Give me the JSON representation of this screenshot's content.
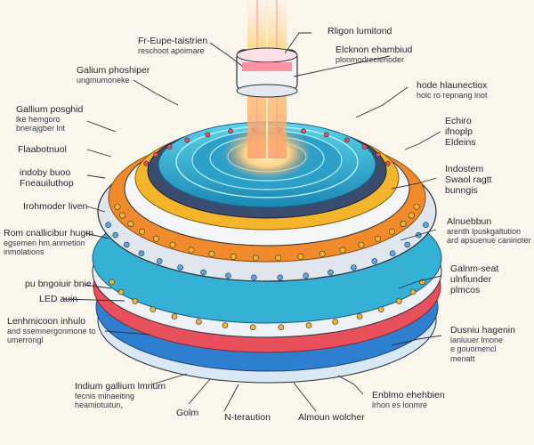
{
  "colors": {
    "background": "#fbf7ec",
    "accent_cyan": "#21a6c9",
    "accent_orange": "#f08a2a",
    "accent_red": "#e8505b",
    "accent_blue": "#2f7fd0",
    "beam": "#ffd36a",
    "leader": "#2a2f3a"
  },
  "labels": {
    "top_center": {
      "line1": "Rligon lumitond"
    },
    "top_left": {
      "line1": "Fr-Eupe-taistrien",
      "line2": "reschoot apoimare"
    },
    "top_mid": {
      "line1": "Elcknon  ehambiud",
      "line2": "plonmodrecienoder"
    },
    "gallium_phosphor": {
      "line1": "Galium phoshiper",
      "line2": "ungmumoneke"
    },
    "gallium_posghid": {
      "line1": "Gallium posghid",
      "line2": "lke hemgoro",
      "line3": "bnerajgber lnt"
    },
    "flaabout": {
      "line1": "Flaabotnuol"
    },
    "indoby": {
      "line1": "indoby buoo",
      "line2": "Fneauiluthop"
    },
    "irohmoder": {
      "line1": "Irohmoder liven"
    },
    "rom_chalibur": {
      "line1": "Rom cnallicibur hugm",
      "line2": "egsemen hm anmetion",
      "line3": "inmolations"
    },
    "pir_bngolur": {
      "line1": "pu bngoiuir bnie"
    },
    "led": {
      "line1": "LED auin"
    },
    "lenhmicon": {
      "line1": "Lenhmicoon inhulo",
      "line2": "and ssemnergonmone to",
      "line3": "umerrongl"
    },
    "indium": {
      "line1": "Indium gallium lmrium",
      "line2": "fecnis minaeiting",
      "line3": "heamiotuitun,"
    },
    "golm": {
      "line1": "Golm"
    },
    "n_teraution": {
      "line1": "N-teraution"
    },
    "almoun": {
      "line1": "Almoun wolcher"
    },
    "hode": {
      "line1": "hode hlaunectiox",
      "line2": "holc ro repnang lnot"
    },
    "echiro": {
      "line1": "Echiro",
      "line2": "ifnoplp",
      "line3": "Eldeins"
    },
    "indostem": {
      "line1": "Indostem",
      "line2": "Swaol ragtt",
      "line3": "bunngis"
    },
    "alnuebbun": {
      "line1": "Alnuebbun",
      "line2": "arenth lpuskgaltution",
      "line3": "ard apsuenue canirioter"
    },
    "galnm_seat": {
      "line1": "Galnm-seat",
      "line2": "ulnfiunder",
      "line3": "plmcos"
    },
    "dusniu": {
      "line1": "Dusniu hagenin",
      "line2": "lanluuer lmone",
      "line3": "e gouomencl",
      "line4": "menatt"
    },
    "enblmo": {
      "line1": "Enblmo ehehbien",
      "line2": "lrhon es lonmre"
    }
  }
}
